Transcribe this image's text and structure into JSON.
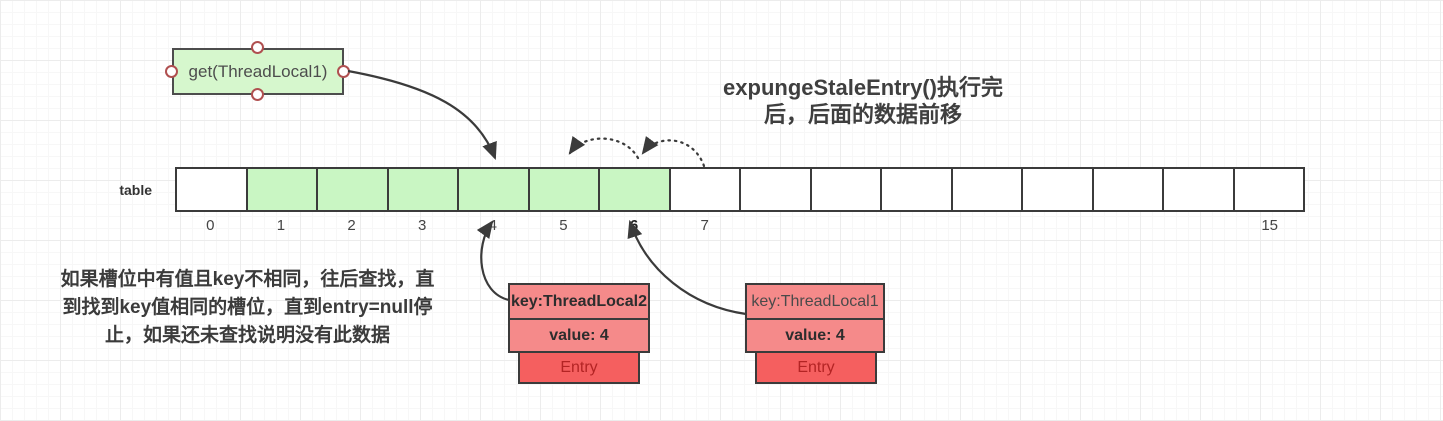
{
  "title": {
    "lines": [
      "expungeStaleEntry()执行完",
      "后，后面的数据前移"
    ]
  },
  "get_box": {
    "label": "get(ThreadLocal1)"
  },
  "table": {
    "label": "table",
    "cells": [
      {
        "index": "0",
        "filled": false,
        "bold": false
      },
      {
        "index": "1",
        "filled": true,
        "bold": false
      },
      {
        "index": "2",
        "filled": true,
        "bold": false
      },
      {
        "index": "3",
        "filled": true,
        "bold": false
      },
      {
        "index": "4",
        "filled": true,
        "bold": false
      },
      {
        "index": "5",
        "filled": true,
        "bold": false
      },
      {
        "index": "6",
        "filled": true,
        "bold": true
      },
      {
        "index": "7",
        "filled": false,
        "bold": false
      },
      {
        "index": "",
        "filled": false,
        "bold": false
      },
      {
        "index": "",
        "filled": false,
        "bold": false
      },
      {
        "index": "",
        "filled": false,
        "bold": false
      },
      {
        "index": "",
        "filled": false,
        "bold": false
      },
      {
        "index": "",
        "filled": false,
        "bold": false
      },
      {
        "index": "",
        "filled": false,
        "bold": false
      },
      {
        "index": "",
        "filled": false,
        "bold": false
      },
      {
        "index": "15",
        "filled": false,
        "bold": false
      }
    ]
  },
  "note": {
    "lines": [
      "如果槽位中有值且key不相同，往后查找，直",
      "到找到key值相同的槽位，直到entry=null停",
      "止，如果还未查找说明没有此数据"
    ]
  },
  "entries": [
    {
      "key": "key:ThreadLocal2",
      "value": "value: 4",
      "label": "Entry",
      "key_bold": true
    },
    {
      "key": "key:ThreadLocal1",
      "value": "value: 4",
      "label": "Entry",
      "key_bold": false
    }
  ],
  "colors": {
    "cell_green": "#c9f6c3",
    "box_green": "#d6f7cd",
    "entry_pink": "#f58a8a",
    "entry_red": "#f55f5f",
    "entry_text_red": "#b32424",
    "border_dark": "#3b3b3b",
    "handle_red": "#b05050",
    "arrow": "#3b3b3b"
  }
}
